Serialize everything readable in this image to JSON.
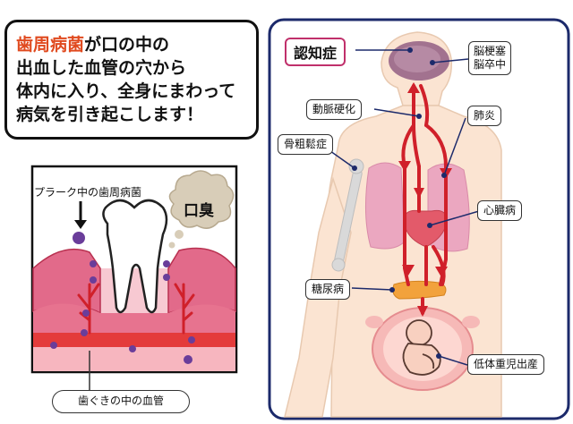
{
  "headline": {
    "line1_accent": "歯周病菌",
    "line1_rest": "が口の中の",
    "line2": "出血した血管の穴から",
    "line3": "体内に入り、全身にまわって",
    "line4": "病気を引き起こします！"
  },
  "mouth_diagram": {
    "plaque_label": "プラーク中の歯周病菌",
    "bad_breath_label": "口臭",
    "gum_vessel_label": "歯ぐきの中の血管"
  },
  "body_diagram": {
    "dementia_label": "認知症",
    "stroke_label_line1": "脳梗塞",
    "stroke_label_line2": "脳卒中",
    "arteriosclerosis_label": "動脈硬化",
    "pneumonia_label": "肺炎",
    "osteoporosis_label": "骨粗鬆症",
    "heart_disease_label": "心臓病",
    "diabetes_label": "糖尿病",
    "low_birth_weight_label": "低体重児出産"
  },
  "colors": {
    "accent_text": "#e04a1f",
    "frame_navy": "#1c2a6b",
    "blood_red": "#d0202a",
    "bacteria_purple": "#6a3d9a",
    "dementia_border": "#c0306b"
  }
}
